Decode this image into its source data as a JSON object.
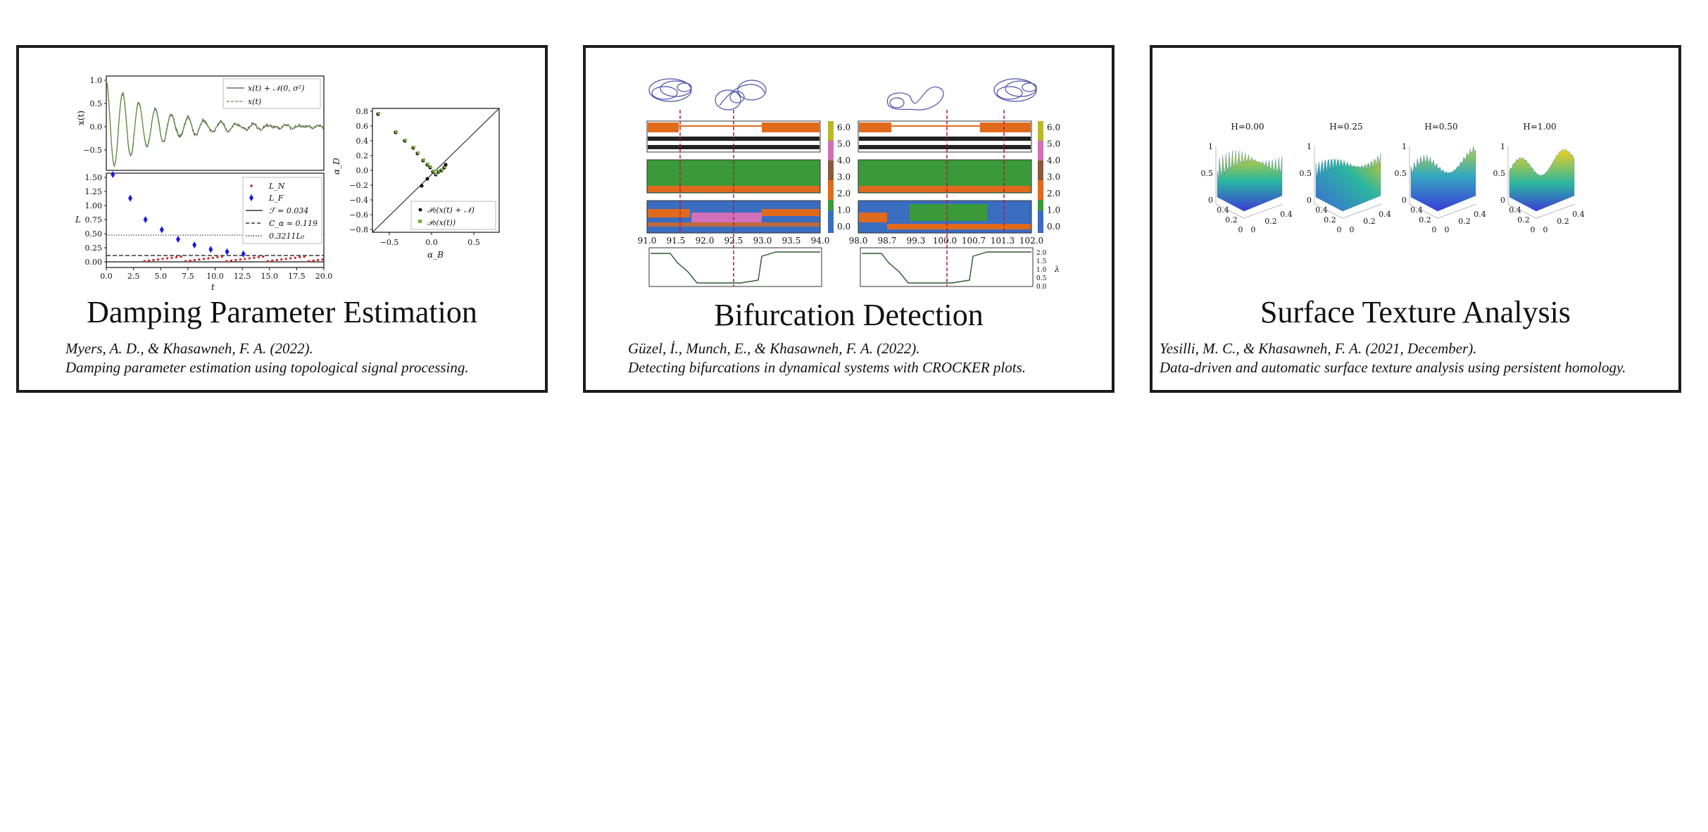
{
  "cards": [
    {
      "title": "Damping Parameter Estimation",
      "citation_authors": "Myers, A. D., & Khasawneh, F. A. (2022).",
      "citation_paper": "Damping parameter estimation using topological signal processing.",
      "figures": {
        "signal": {
          "ylabel": "x(t)",
          "yticks": [
            "1.0",
            "0.5",
            "0.0",
            "−0.5"
          ],
          "legend": [
            "x(t) + 𝒩(0, σ²)",
            "x(t)"
          ],
          "colors": {
            "noisy": "#555555",
            "clean": "#5a9a2a"
          }
        },
        "lifetimes": {
          "ylabel": "L",
          "xlabel": "t",
          "yticks": [
            "1.50",
            "1.25",
            "1.00",
            "0.75",
            "0.50",
            "0.25",
            "0.00"
          ],
          "xticks": [
            "0.0",
            "2.5",
            "5.0",
            "7.5",
            "10.0",
            "12.5",
            "15.0",
            "17.5",
            "20.0"
          ],
          "legend": [
            "L_N",
            "L_F",
            "ℱ = 0.034",
            "C_α = 0.119",
            "0.3211L₀"
          ],
          "colors": {
            "noise": "#cc2222",
            "features": "#1a1ae0"
          }
        },
        "persistence": {
          "xlabel": "α_B",
          "ylabel": "α_D",
          "yticks": [
            "0.8",
            "0.6",
            "0.4",
            "0.2",
            "0.0",
            "−0.2",
            "−0.4",
            "−0.6",
            "−0.8"
          ],
          "xticks": [
            "−0.5",
            "0.0",
            "0.5"
          ],
          "legend": [
            "𝒫₀(x(t) + 𝒩)",
            "𝒫₀(x(t))"
          ]
        }
      }
    },
    {
      "title": "Bifurcation Detection",
      "citation_authors": "Güzel, İ., Munch, E., & Khasawneh, F. A. (2022).",
      "citation_paper": "Detecting bifurcations in dynamical systems with CROCKER plots.",
      "figures": {
        "left_xticks": [
          "91.0",
          "91.5",
          "92.0",
          "92.5",
          "93.0",
          "93.5",
          "94.0"
        ],
        "right_xticks": [
          "98.0",
          "98.7",
          "99.3",
          "100.0",
          "100.7",
          "101.3",
          "102.0"
        ],
        "colorbar_ticks": [
          "6.0",
          "5.0",
          "4.0",
          "3.0",
          "2.0",
          "1.0",
          "0.0"
        ],
        "lambda_ticks": [
          "2.0",
          "1.5",
          "1.0",
          "0.5",
          "0.0"
        ],
        "lambda_label": "λ",
        "colors": {
          "orange": "#e06a1c",
          "green": "#3a9a3a",
          "blue": "#3a6cc0",
          "pink": "#d070b8",
          "marker": "#b01a3a",
          "attractor": "#4a4fa8"
        }
      }
    },
    {
      "title": "Surface Texture Analysis",
      "citation_authors": "Yesilli, M. C., & Khasawneh, F. A. (2021, December).",
      "citation_paper": "Data-driven and automatic surface texture analysis using persistent homology.",
      "figures": {
        "surfaces": [
          {
            "label": "H=0.00"
          },
          {
            "label": "H=0.25"
          },
          {
            "label": "H=0.50"
          },
          {
            "label": "H=1.00"
          }
        ],
        "z_ticks": [
          "1",
          "0.5",
          "0"
        ],
        "axis_ticks": [
          "0.4",
          "0.2",
          "0",
          "0",
          "0.2",
          "0.4"
        ],
        "colors": {
          "low": "#3b3bd6",
          "mid": "#2bb7a0",
          "high": "#e8d020"
        }
      }
    }
  ]
}
